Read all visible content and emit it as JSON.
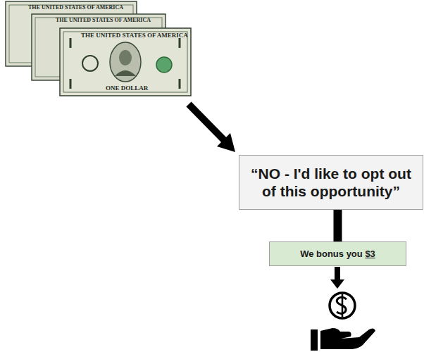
{
  "diagram": {
    "nodes": [
      {
        "text": [
          "“NO - I'd like to opt out of this opportunity”"
        ]
      },
      {
        "text": [
          "We bonus you $3"
        ]
      }
    ],
    "edges": [
      {
        "from": 0,
        "to": 1,
        "arrow": "none"
      }
    ],
    "labels": [
      "THE UNITED STATES OF AMERICA",
      "THE UNITED STATES OF AMERICA",
      "THE UNITED STATES OF AMERICA",
      "ONE DOLLAR"
    ]
  }
}
